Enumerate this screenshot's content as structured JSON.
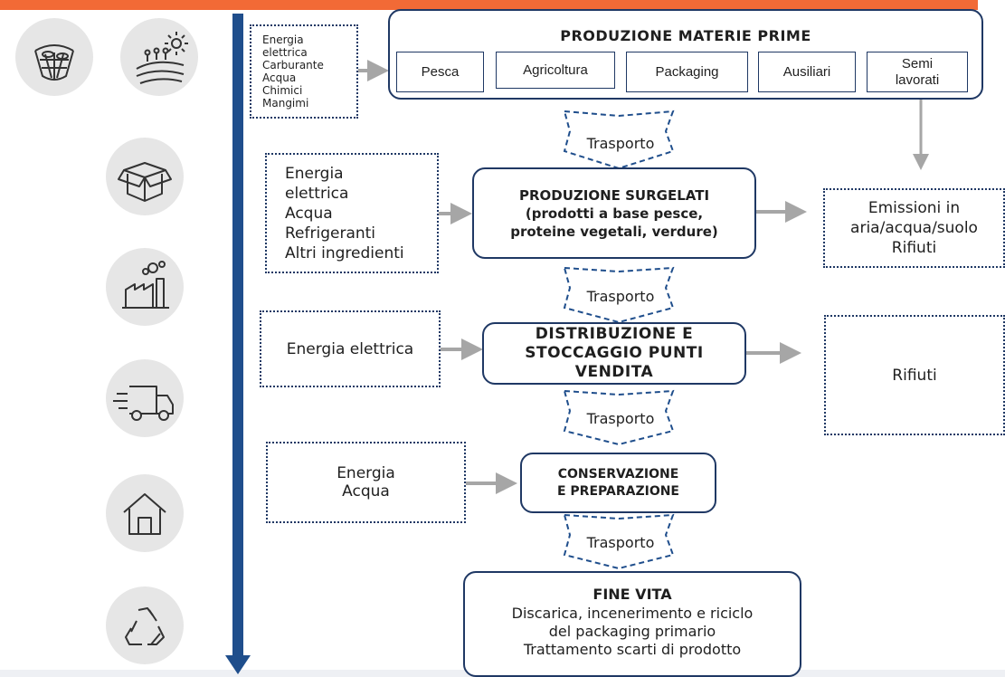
{
  "colors": {
    "accent": "#f26a36",
    "navy": "#1f3864",
    "arrow_gray": "#a6a6a6",
    "circle_bg": "#e6e6e6"
  },
  "icons": [
    "fishing-net-icon",
    "farm-field-icon",
    "box-icon",
    "factory-icon",
    "delivery-truck-icon",
    "house-icon",
    "recycle-icon"
  ],
  "stages": {
    "materie_prime": {
      "title": "PRODUZIONE MATERIE PRIME",
      "items": [
        "Pesca",
        "Agricoltura",
        "Packaging",
        "Ausiliari",
        "Semi\nlavorati"
      ]
    },
    "surgelati": {
      "label": "PRODUZIONE SURGELATI\n(prodotti a base pesce,\nproteine vegetali, verdure)"
    },
    "distribuzione": {
      "label": "DISTRIBUZIONE E\nSTOCCAGGIO PUNTI\nVENDITA"
    },
    "conservazione": {
      "label": "CONSERVAZIONE\nE PREPARAZIONE"
    },
    "fine_vita": {
      "title": "FINE VITA",
      "detail": "Discarica, incenerimento e riciclo\ndel packaging primario\nTrattamento scarti di prodotto"
    }
  },
  "inputs": {
    "materie_prime": "Energia\nelettrica\nCarburante\nAcqua\nChimici\nMangimi",
    "surgelati": "Energia\nelettrica\nAcqua\nRefrigeranti\nAltri ingredienti",
    "distribuzione": "Energia elettrica",
    "conservazione": "Energia\nAcqua"
  },
  "outputs": {
    "emissioni": "Emissioni in\naria/acqua/suolo\nRifiuti",
    "rifiuti": "Rifiuti"
  },
  "transport": [
    "Trasporto",
    "Trasporto",
    "Trasporto",
    "Trasporto"
  ]
}
